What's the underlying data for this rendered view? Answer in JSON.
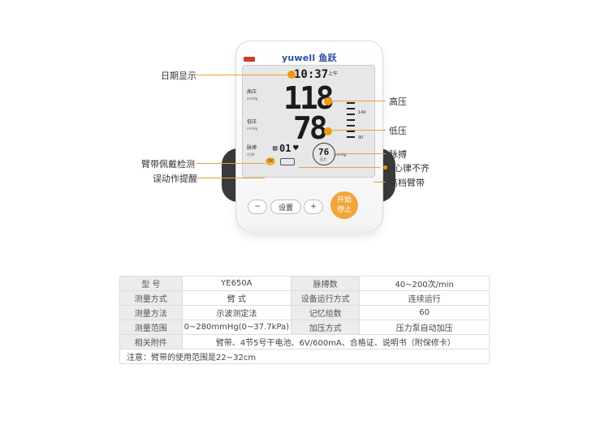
{
  "device": {
    "brand": "yuwell 鱼跃",
    "lcd": {
      "time": "10:37",
      "am_pm": "上午",
      "label_sys": "高压",
      "label_dia": "低压",
      "label_pulse": "脉搏",
      "unit_mmhg": "mmHg",
      "unit_pulse": "/分钟",
      "sys_value": "118",
      "dia_value": "78",
      "pulse_value": "76",
      "memory_no": "01",
      "ok_badge": "OK",
      "pulse_circle_label": "压力",
      "scale_140": "140",
      "scale_90": "90"
    },
    "buttons": {
      "minus": "−",
      "set": "设置",
      "plus": "+",
      "start_line1": "开始",
      "start_line2": "停止"
    }
  },
  "callouts": {
    "date_display": "日期显示",
    "high_pressure": "高压",
    "low_pressure": "低压",
    "pulse": "脉搏",
    "arrhythmia": "心律不齐",
    "high_cuff": "高档臂带",
    "cuff_detect": "臂带佩戴检测",
    "motion_alert": "误动作提醒"
  },
  "spec_table": {
    "rows": [
      [
        "型 号",
        "YE650A",
        "脉搏数",
        "40~200次/min"
      ],
      [
        "测量方式",
        "臂 式",
        "设备运行方式",
        "连续运行"
      ],
      [
        "测量方法",
        "示波测定法",
        "记忆组数",
        "60"
      ],
      [
        "测量范围",
        "0~280mmHg(0~37.7kPa)",
        "加压方式",
        "压力泵自动加压"
      ]
    ],
    "accessory_label": "相关附件",
    "accessory_value": "臂带、4节5号干电池、6V/600mA、合格证、说明书（附保修卡）",
    "note": "注意：臂带的使用范围是22~32cm"
  }
}
